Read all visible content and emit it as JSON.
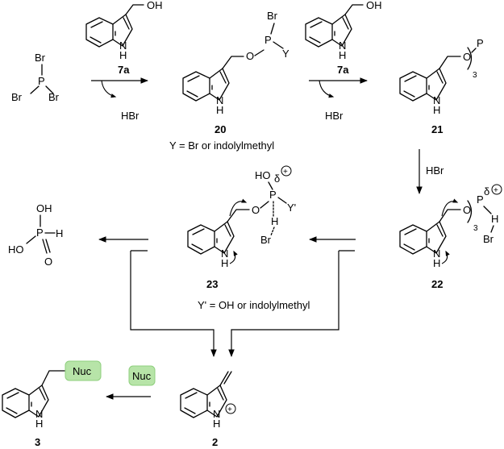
{
  "pbr3": {
    "p": "P",
    "br_top": "Br",
    "br_left": "Br",
    "br_right": "Br"
  },
  "c7a_top": {
    "oh": "OH",
    "nh": "N",
    "h": "H",
    "label": "7a"
  },
  "c20": {
    "br": "Br",
    "p": "P",
    "y": "Y",
    "o": "O",
    "n": "N",
    "h": "H",
    "label": "20",
    "note": "Y = Br or indolylmethyl"
  },
  "c7a_second": {
    "oh": "OH",
    "n": "N",
    "h": "H",
    "label": "7a"
  },
  "c21": {
    "o": "O",
    "p": "P",
    "sub3": "3",
    "n": "N",
    "h": "H",
    "label": "21"
  },
  "byproduct1": "HBr",
  "byproduct2": "HBr",
  "hbr_step": "HBr",
  "c22": {
    "o": "O",
    "p": "P",
    "delta": "δ",
    "plus": "+",
    "sub3": "3",
    "h_on_p": "H",
    "br": "Br",
    "n": "N",
    "h": "H",
    "label": "22"
  },
  "c23": {
    "ho": "HO",
    "p": "P",
    "delta": "δ",
    "plus": "+",
    "y": "Y'",
    "o": "O",
    "h_on_p": "H",
    "br": "Br",
    "n": "N",
    "h": "H",
    "label": "23",
    "note": "Y' = OH or indolylmethyl"
  },
  "phosphorous_acid": {
    "oh_top": "OH",
    "p": "P",
    "h": "H",
    "ho": "HO",
    "o": "O"
  },
  "c2": {
    "n": "N",
    "h": "H",
    "plus": "+",
    "label": "2"
  },
  "c3": {
    "nuc": "Nuc",
    "n": "N",
    "h": "H",
    "label": "3"
  },
  "nuc_reagent": "Nuc",
  "colors": {
    "nuc_box": "#b7e4a8",
    "nuc_border": "#8fcf7e",
    "ink": "#000000"
  },
  "icons": [
    "straight-arrow",
    "curved-arrow",
    "circled-plus"
  ]
}
